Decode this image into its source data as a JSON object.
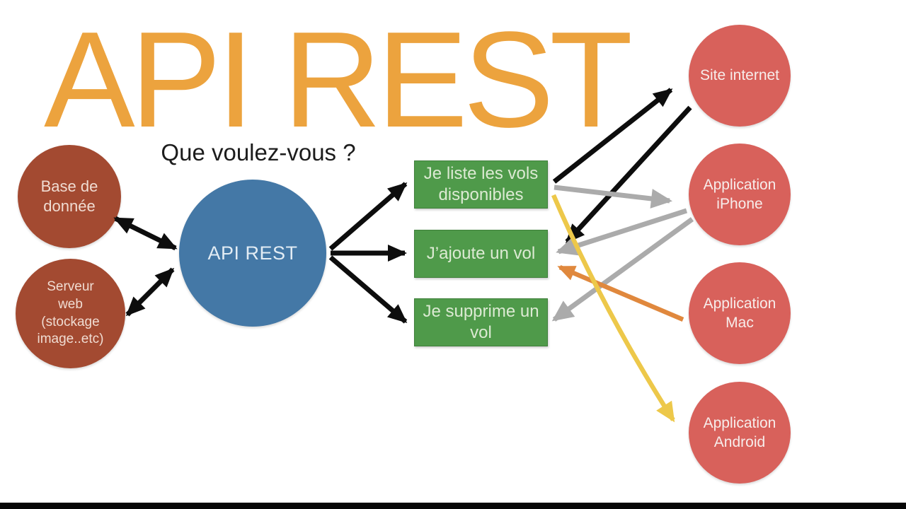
{
  "title": "API REST",
  "subtitle": "Que voulez-vous ?",
  "api": {
    "label": "API REST"
  },
  "backend": [
    {
      "id": "base-de-donnee",
      "label": "Base de\ndonnée"
    },
    {
      "id": "serveur-web",
      "label": "Serveur\nweb\n(stockage\nimage..etc)"
    }
  ],
  "actions": [
    {
      "id": "liste-vols",
      "label": "Je liste les vols\ndisponibles"
    },
    {
      "id": "ajoute-vol",
      "label": "J’ajoute un vol"
    },
    {
      "id": "supprime-vol",
      "label": "Je supprime un\nvol"
    }
  ],
  "clients": [
    {
      "id": "site-internet",
      "label": "Site internet"
    },
    {
      "id": "application-iphone",
      "label": "Application\niPhone"
    },
    {
      "id": "application-mac",
      "label": "Application\nMac"
    },
    {
      "id": "application-android",
      "label": "Application\nAndroid"
    }
  ],
  "connections": [
    {
      "from": "base-de-donnee",
      "to": "api-rest",
      "color": "black",
      "bidirectional": true
    },
    {
      "from": "serveur-web",
      "to": "api-rest",
      "color": "black",
      "bidirectional": true
    },
    {
      "from": "api-rest",
      "to": "liste-vols",
      "color": "black",
      "bidirectional": false
    },
    {
      "from": "api-rest",
      "to": "ajoute-vol",
      "color": "black",
      "bidirectional": false
    },
    {
      "from": "api-rest",
      "to": "supprime-vol",
      "color": "black",
      "bidirectional": false
    },
    {
      "from": "liste-vols",
      "to": "site-internet",
      "color": "black",
      "bidirectional": false
    },
    {
      "from": "site-internet",
      "to": "ajoute-vol",
      "color": "black",
      "bidirectional": false
    },
    {
      "from": "liste-vols",
      "to": "application-iphone",
      "color": "gray",
      "bidirectional": false
    },
    {
      "from": "application-iphone",
      "to": "ajoute-vol",
      "color": "gray",
      "bidirectional": false
    },
    {
      "from": "application-iphone",
      "to": "supprime-vol",
      "color": "gray",
      "bidirectional": false
    },
    {
      "from": "application-mac",
      "to": "ajoute-vol",
      "color": "orange",
      "bidirectional": false
    },
    {
      "from": "liste-vols",
      "to": "application-android",
      "color": "yellow",
      "bidirectional": false
    }
  ],
  "colors": {
    "title_orange": "#eca33e",
    "backend_circle": "#a34a31",
    "api_circle": "#4478a6",
    "action_box": "#4f9a4a",
    "client_circle": "#d8615b",
    "arrow_black": "#0d0d0d",
    "arrow_gray": "#ababab",
    "arrow_orange": "#e0883d",
    "arrow_yellow": "#edc84a"
  }
}
